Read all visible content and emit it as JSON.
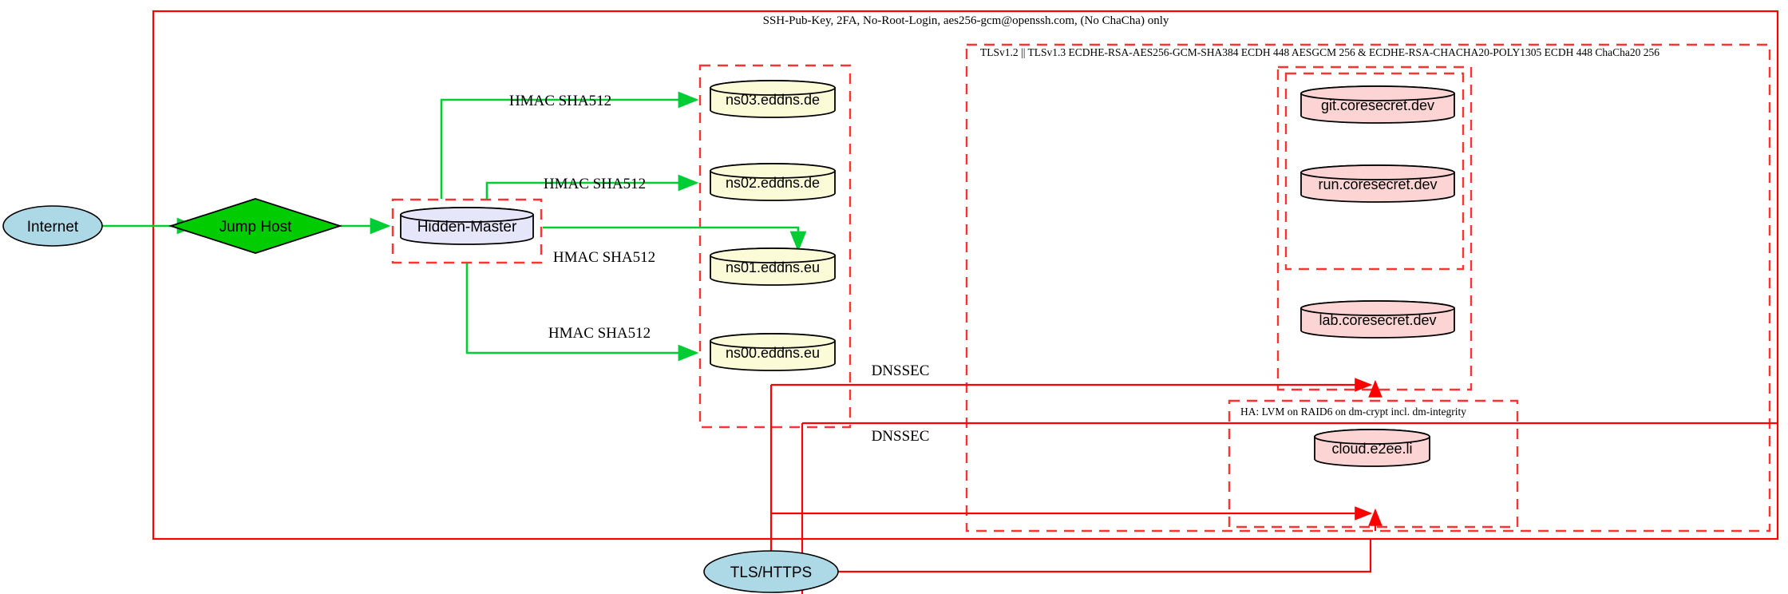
{
  "diagram": {
    "title_note": "SSH-Pub-Key, 2FA, No-Root-Login, aes256-gcm@openssh.com, (No ChaCha) only",
    "tls_note": "TLSv1.2 || TLSv1.3 ECDHE-RSA-AES256-GCM-SHA384 ECDH 448 AESGCM 256 & ECDHE-RSA-CHACHA20-POLY1305 ECDH 448 ChaCha20 256",
    "ha_note": "HA: LVM on RAID6 on dm-crypt incl. dm-integrity",
    "colors": {
      "boundary_solid": "#ff0000",
      "boundary_dashed": "#ff3333",
      "flow_green": "#00cc33",
      "flow_red": "#ff0000",
      "internet_fill": "#add8e6",
      "jump_fill": "#00cc00",
      "master_fill": "#e6e6fa",
      "ns_fill": "#fbfbd8",
      "service_fill": "#fcd4d4",
      "tls_fill": "#add8e6"
    }
  },
  "nodes": {
    "internet": {
      "label": "Internet",
      "shape": "ellipse"
    },
    "jump_host": {
      "label": "Jump Host",
      "shape": "diamond"
    },
    "hidden_master": {
      "label": "Hidden-Master",
      "shape": "cylinder"
    },
    "nameservers": [
      {
        "label": "ns03.eddns.de",
        "shape": "cylinder"
      },
      {
        "label": "ns02.eddns.de",
        "shape": "cylinder"
      },
      {
        "label": "ns01.eddns.eu",
        "shape": "cylinder"
      },
      {
        "label": "ns00.eddns.eu",
        "shape": "cylinder"
      }
    ],
    "services": [
      {
        "label": "git.coresecret.dev",
        "shape": "cylinder"
      },
      {
        "label": "run.coresecret.dev",
        "shape": "cylinder"
      },
      {
        "label": "lab.coresecret.dev",
        "shape": "cylinder"
      }
    ],
    "cloud": {
      "label": "cloud.e2ee.li",
      "shape": "cylinder"
    },
    "tls_https": {
      "label": "TLS/HTTPS",
      "shape": "ellipse"
    }
  },
  "edge_labels": {
    "hmac": [
      "HMAC SHA512",
      "HMAC SHA512",
      "HMAC SHA512",
      "HMAC SHA512"
    ],
    "dnssec": [
      "DNSSEC",
      "DNSSEC"
    ]
  }
}
